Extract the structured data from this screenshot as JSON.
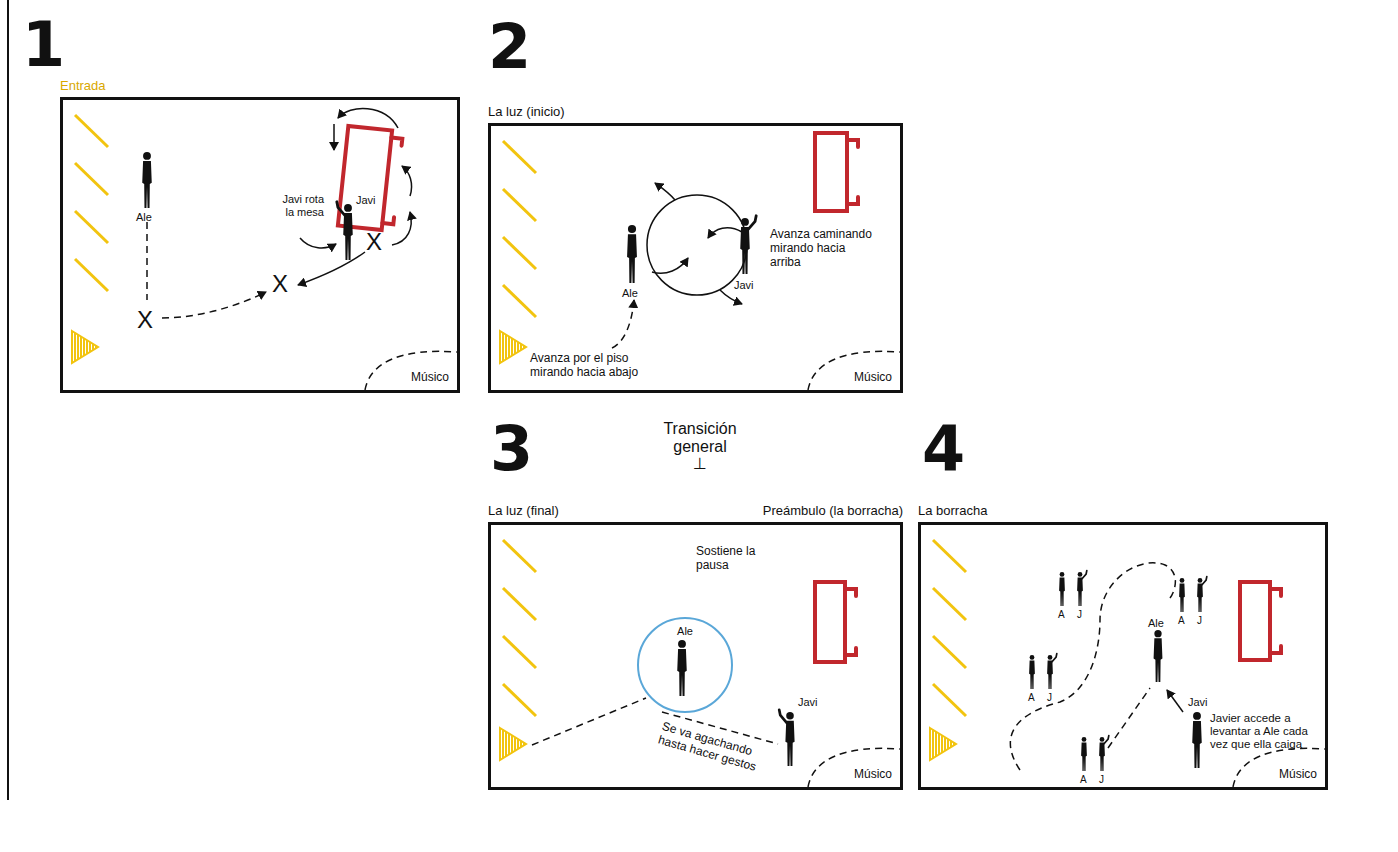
{
  "diagram": {
    "nodes": [
      {
        "text": [
          "Entrada"
        ]
      },
      {
        "text": [
          "Músico"
        ],
        "in": 0
      },
      {
        "text": [
          "La luz (inicio)"
        ]
      },
      {
        "text": [
          "Músico"
        ],
        "in": 2
      },
      {
        "text": [
          "La luz (final)",
          "Preámbulo (la borracha)"
        ]
      },
      {
        "text": [
          "Ale"
        ],
        "in": 4
      },
      {
        "text": [
          "Músico"
        ],
        "in": 4
      },
      {
        "text": [
          "La borracha"
        ]
      },
      {
        "text": [
          "Músico"
        ],
        "in": 7
      }
    ],
    "labels": [
      "1",
      "2",
      "3",
      "4",
      "Transición general",
      "⊥",
      "Ale",
      "X",
      "X",
      "X",
      "Javi rota la mesa",
      "Javi",
      "Ale",
      "Javi",
      "Avanza caminando mirando hacia arriba",
      "Avanza por el piso mirando hacia abajo",
      "Sostiene la pausa",
      "Se va agachando hasta hacer gestos",
      "Javi",
      "A",
      "J",
      "A",
      "J",
      "A",
      "J",
      "A",
      "J",
      "Ale",
      "Javi",
      "Javier accede a levantar a Ale cada vez que ella caiga"
    ]
  }
}
